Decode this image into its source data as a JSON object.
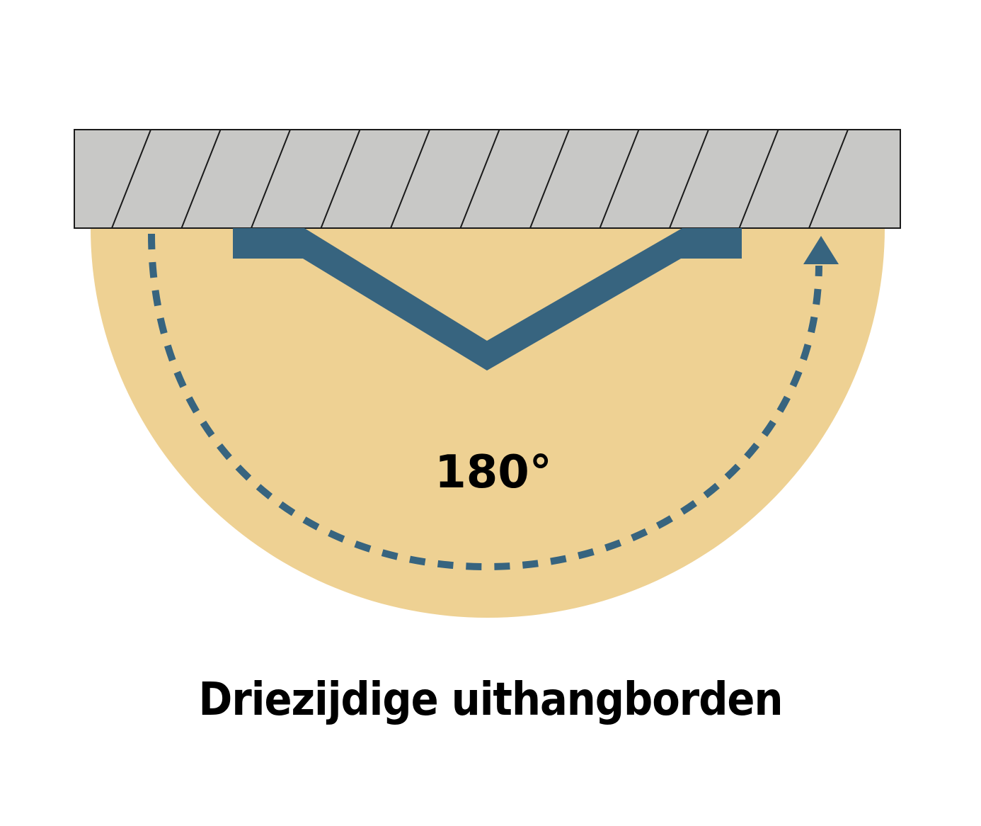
{
  "diagram": {
    "angle_label": "180°",
    "caption": "Driezijdige uithangborden"
  },
  "colors": {
    "background": "#ffffff",
    "swing_area": "#eed193",
    "wall_fill": "#c8c8c6",
    "wall_stroke": "#1a1a1a",
    "sign": "#37647f",
    "arrow": "#37647f",
    "text": "#000000"
  },
  "icons": {
    "wall": "hatched-wall",
    "sign": "three-sided-sign-top-view",
    "rotation": "dashed-arc-arrow"
  }
}
